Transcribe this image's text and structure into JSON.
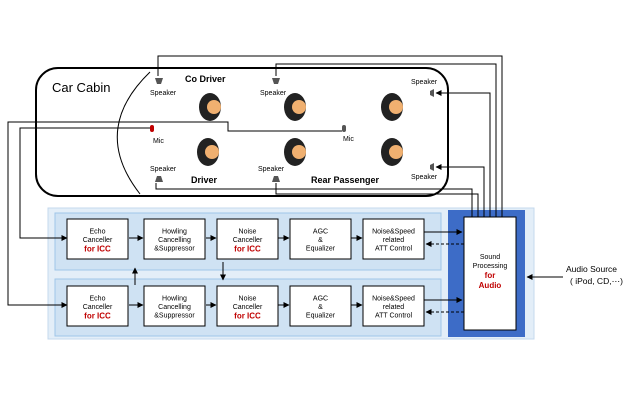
{
  "cabin": {
    "title": "Car Cabin",
    "co_driver": "Co Driver",
    "driver": "Driver",
    "rear_passenger": "Rear Passenger",
    "speaker_label": "Speaker",
    "mic_label": "Mic"
  },
  "chains": [
    {
      "blocks": [
        {
          "lines": [
            "Echo",
            "Canceller"
          ],
          "red": "for ICC"
        },
        {
          "lines": [
            "Howling",
            "Cancelling",
            "&Suppressor"
          ],
          "red": ""
        },
        {
          "lines": [
            "Noise",
            "Canceller"
          ],
          "red": "for ICC"
        },
        {
          "lines": [
            "AGC",
            "&",
            "Equalizer"
          ],
          "red": ""
        },
        {
          "lines": [
            "Noise&Speed",
            "related",
            "ATT Control"
          ],
          "red": ""
        }
      ]
    },
    {
      "blocks": [
        {
          "lines": [
            "Echo",
            "Canceller"
          ],
          "red": "for ICC"
        },
        {
          "lines": [
            "Howling",
            "Cancelling",
            "&Suppressor"
          ],
          "red": ""
        },
        {
          "lines": [
            "Noise",
            "Canceller"
          ],
          "red": "for ICC"
        },
        {
          "lines": [
            "AGC",
            "&",
            "Equalizer"
          ],
          "red": ""
        },
        {
          "lines": [
            "Noise&Speed",
            "related",
            "ATT Control"
          ],
          "red": ""
        }
      ]
    }
  ],
  "sound_processing": {
    "lines": [
      "Sound",
      "Processing"
    ],
    "red_lines": [
      "for",
      "Audio"
    ]
  },
  "audio_source": {
    "line1": "Audio Source",
    "line2": "( iPod, CD,⋯)"
  },
  "colors": {
    "chain_bg": "#cfe2f3",
    "chain_border": "#9fc5e8",
    "sp_blue": "#3d6cc7",
    "seat_orange": "#f0b070",
    "red": "#c00000"
  }
}
